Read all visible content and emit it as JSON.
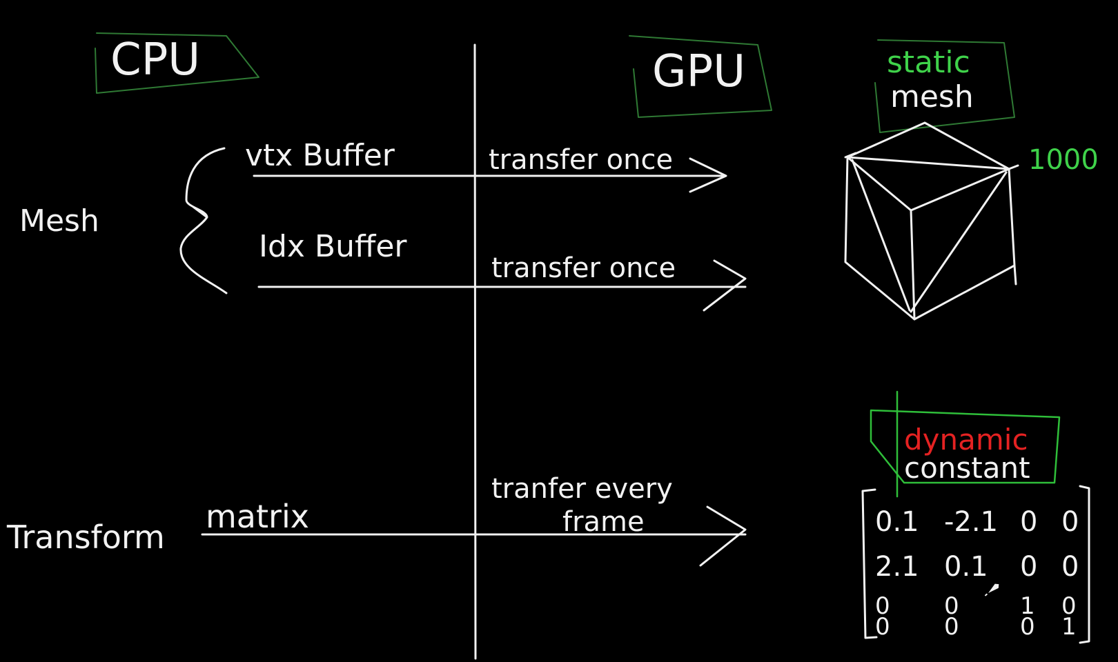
{
  "colors": {
    "background": "#000000",
    "ink": "#f2f2f2",
    "green": "#3fd24a",
    "red": "#e52222",
    "box_green": "#2f7a34"
  },
  "headers": {
    "cpu": "CPU",
    "gpu": "GPU"
  },
  "rows": {
    "mesh_label": "Mesh",
    "vtx_buffer": "vtx Buffer",
    "transfer_once_1": "transfer once",
    "idx_buffer": "Idx Buffer",
    "transfer_once_2": "transfer once",
    "transform_label": "Transform",
    "matrix": "matrix",
    "transfer_every": "tranfer every",
    "frame": "frame"
  },
  "static_box": {
    "line1": "static",
    "line2": "mesh",
    "count": "1000"
  },
  "dynamic_box": {
    "line1": "dynamic",
    "line2": "constant"
  },
  "matrix_values": [
    [
      "0.1",
      "-2.1",
      "0",
      "0"
    ],
    [
      "2.1",
      "0.1",
      "0",
      "0"
    ],
    [
      "0",
      "0",
      "1",
      "0"
    ],
    [
      "0",
      "0",
      "0",
      "1"
    ]
  ],
  "icons": {
    "cursor": "pen-cursor-icon"
  }
}
